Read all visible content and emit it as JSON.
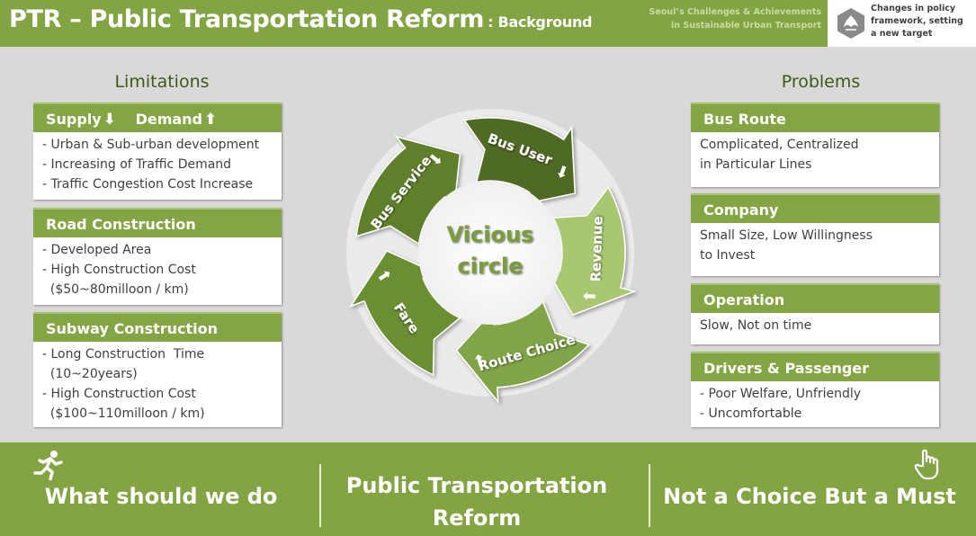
{
  "header": {
    "title": "PTR – Public Transportation Reform",
    "subtitle": ": Background",
    "tagline_1": "Seoul’s Challenges & Achievements",
    "tagline_2": "in Sustainable Urban Transport",
    "badge_1": "Changes in policy",
    "badge_2": "framework, setting",
    "badge_3": "a new target"
  },
  "left": {
    "heading": "Limitations",
    "boxes": [
      {
        "title_supply": "Supply",
        "title_demand": "Demand",
        "lines": [
          "- Urban & Sub-urban development",
          "- Increasing of Traffic Demand",
          "- Traffic Congestion Cost Increase"
        ]
      },
      {
        "title": "Road Construction",
        "lines": [
          "- Developed Area",
          "- High Construction Cost",
          "  ($50~80milloon / km)"
        ]
      },
      {
        "title": "Subway Construction",
        "lines": [
          "- Long Construction  Time",
          "  (10~20years)",
          "- High Construction Cost",
          "  ($100~110milloon / km)"
        ]
      }
    ]
  },
  "right": {
    "heading": "Problems",
    "boxes": [
      {
        "title": "Bus Route",
        "lines": [
          "Complicated, Centralized",
          "in Particular Lines"
        ]
      },
      {
        "title": "Company",
        "lines": [
          "Small Size, Low Willingness",
          "to Invest"
        ]
      },
      {
        "title": "Operation",
        "lines": [
          "Slow, Not on time"
        ]
      },
      {
        "title": "Drivers & Passenger",
        "lines": [
          "- Poor Welfare, Unfriendly",
          "- Uncomfortable"
        ]
      }
    ]
  },
  "cycle": {
    "center_1": "Vicious",
    "center_2": "circle",
    "segments": {
      "bus_user": "Bus User",
      "revenue": "Revenue",
      "route_choice": "Route Choice",
      "fare": "Fare",
      "bus_service": "Bus Service"
    },
    "colors": {
      "bus_user": "#4f6a22",
      "revenue": "#a8c870",
      "route_choice": "#7fa546",
      "fare": "#6b8f30",
      "bus_service": "#5e8029"
    }
  },
  "footer": {
    "left": "What should we do",
    "center_1": "Public Transportation",
    "center_2": "Reform",
    "right": "Not a Choice But a Must"
  },
  "icons": {
    "runner": "runner-icon",
    "hand": "hand-pointer-icon",
    "logo": "seoul-logo-icon",
    "down": "arrow-down-icon",
    "up": "arrow-up-icon"
  }
}
